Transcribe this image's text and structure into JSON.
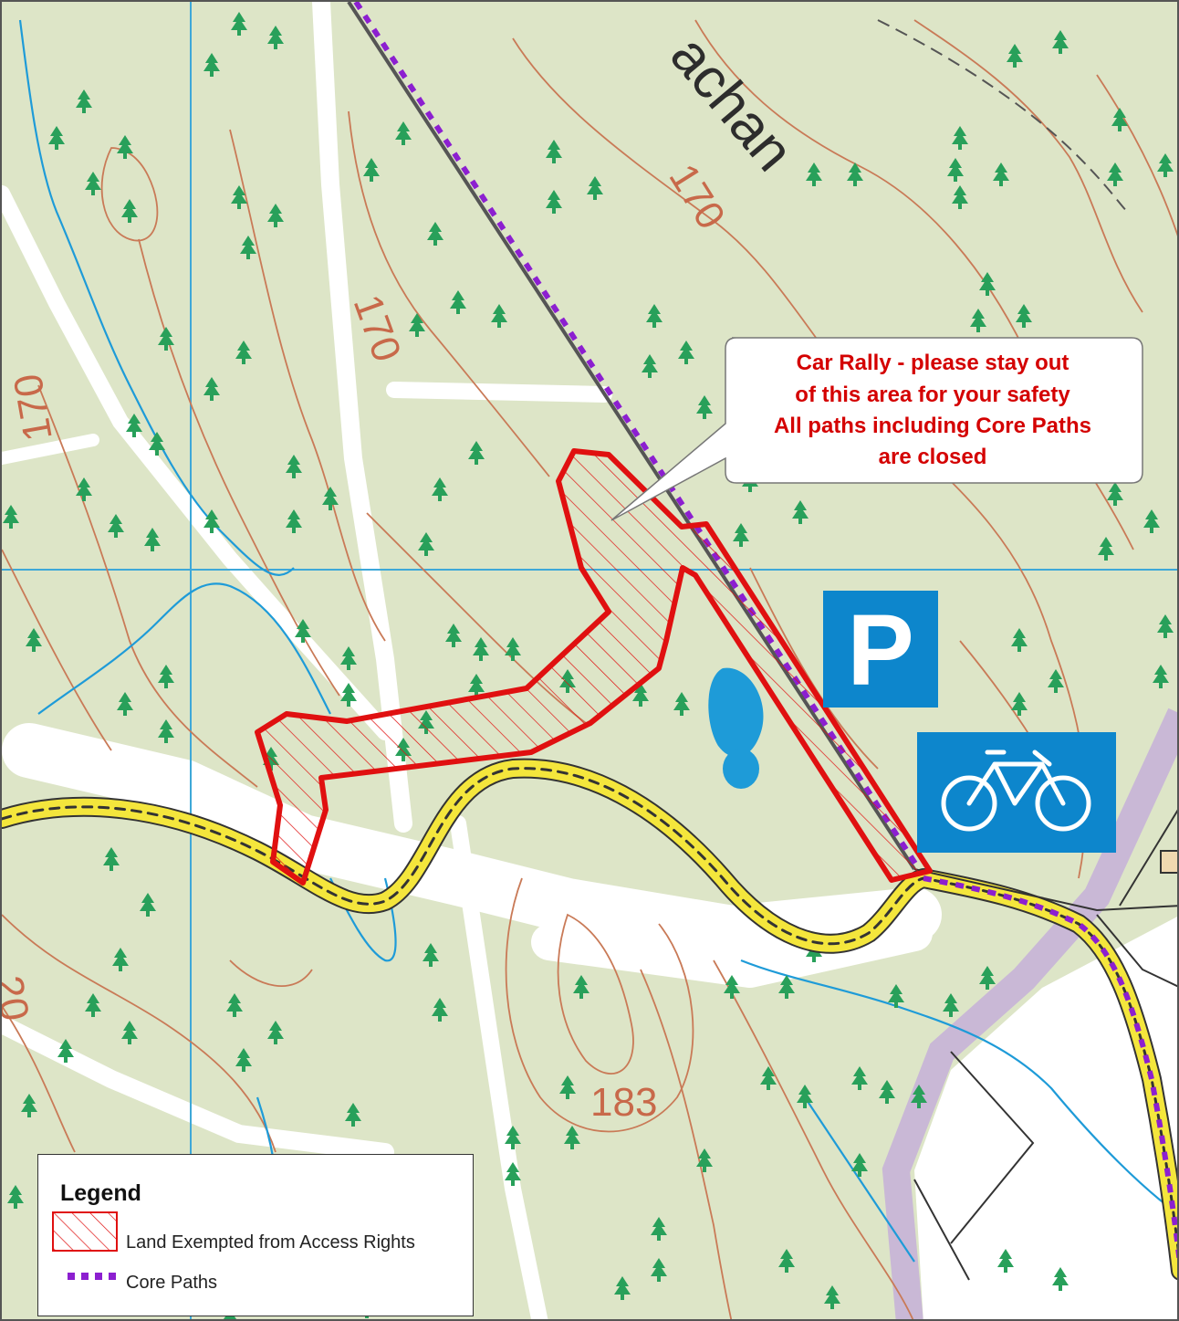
{
  "map": {
    "place_label": "achan",
    "contour_labels": [
      "170",
      "170",
      "170",
      "183",
      "20"
    ],
    "colors": {
      "background": "#dde5c7",
      "contour": "#c97a57",
      "water": "#1e9bd8",
      "grid": "#3ea8d8",
      "tree": "#28a05a",
      "road_fill": "#f4e63c",
      "core_path": "#8c1fd0",
      "exempt_outline": "#e01010",
      "boundary": "#c9b8d6"
    }
  },
  "callout": {
    "line1": "Car Rally - please stay out",
    "line2": "of this area for your safety",
    "line3": "All paths including Core Paths",
    "line4": "are closed"
  },
  "signs": {
    "parking": "P",
    "parking_icon": "parking-icon",
    "cycle_icon": "bicycle-icon"
  },
  "legend": {
    "title": "Legend",
    "items": [
      {
        "label": "Land Exempted from Access Rights",
        "symbol": "red-hatched-polygon"
      },
      {
        "label": "Core Paths",
        "symbol": "purple-dotted-line"
      }
    ]
  }
}
